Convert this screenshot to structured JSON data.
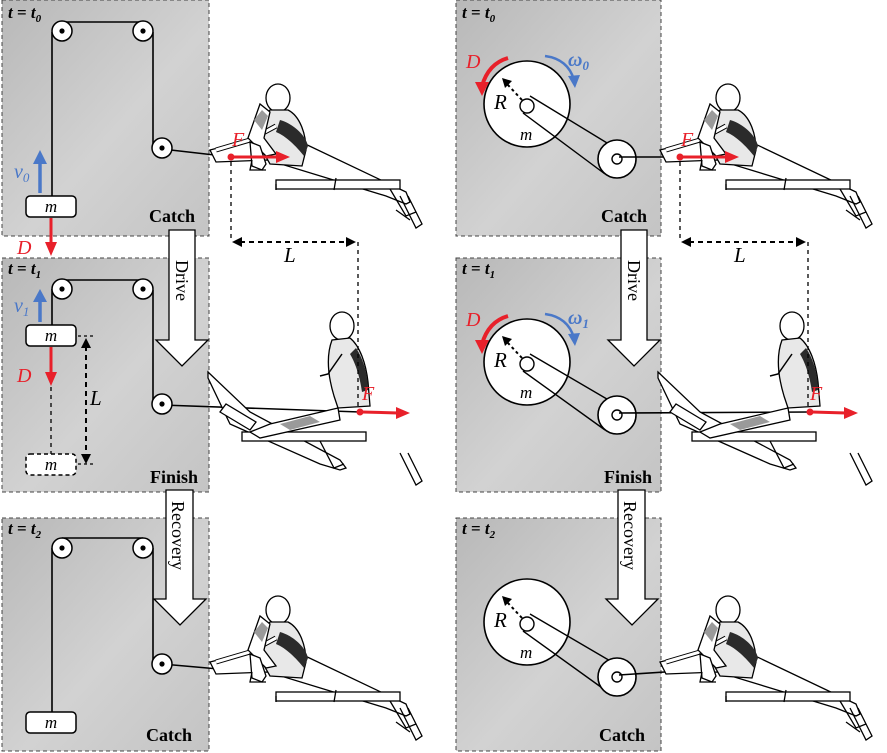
{
  "colors": {
    "panel_fill": "#c8c8c8",
    "line": "#000000",
    "drag": "#e8202a",
    "velocity": "#4a78c8",
    "arrow_fill": "#ffffff"
  },
  "time_labels": {
    "t0": {
      "pre": "t",
      "eq": " = ",
      "var": "t",
      "sub": "0"
    },
    "t1": {
      "pre": "t",
      "eq": " = ",
      "var": "t",
      "sub": "1"
    },
    "t2": {
      "pre": "t",
      "eq": " = ",
      "var": "t",
      "sub": "2"
    }
  },
  "phases": {
    "catch": "Catch",
    "finish": "Finish"
  },
  "transitions": {
    "drive": "Drive",
    "recovery": "Recovery"
  },
  "symbols": {
    "mass": "m",
    "force": "F",
    "drag": "D",
    "length": "L",
    "radius": "R",
    "v0": {
      "base": "v",
      "sub": "0"
    },
    "v1": {
      "base": "v",
      "sub": "1"
    },
    "w0": {
      "base": "ω",
      "sub": "0"
    },
    "w1": {
      "base": "ω",
      "sub": "1"
    }
  },
  "icons": [
    "pulley-icon",
    "flywheel-icon",
    "rower-icon",
    "rowing-machine-icon",
    "block-arrow-icon"
  ]
}
